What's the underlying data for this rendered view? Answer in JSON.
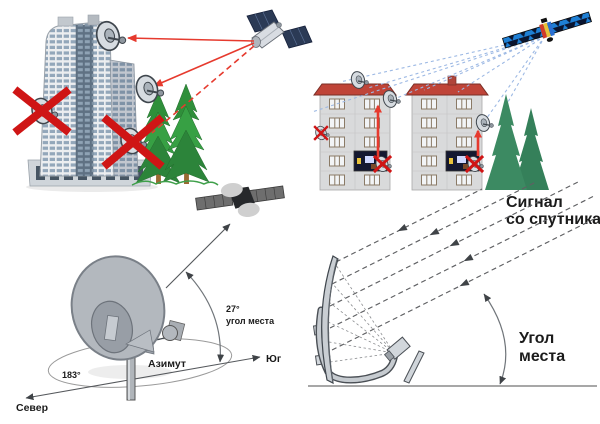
{
  "labels": {
    "signal_from_satellite": [
      "Сигнал",
      "со спутника"
    ],
    "elevation_angle": [
      "Угол",
      "места"
    ],
    "elevation_value": "27°",
    "elevation_caption": "угол места",
    "azimuth_value": "183°",
    "azimuth_caption": "Азимут",
    "north": "Север",
    "south": "Юг"
  },
  "colors": {
    "background": "#ffffff",
    "blocked_red": "#cf1515",
    "signal_red": "#e63a2e",
    "ray_blue": "#9db9e4",
    "ray_gray": "#5f6063",
    "reflect_gray": "#8a8c8f",
    "tree_green": "#3c8a62",
    "pine_green": "#2f8f3a",
    "trunk_brown": "#9a6a33",
    "roof_red": "#bf4438",
    "facade_gray": "#d9dadb",
    "glass_blue": "#93a7ba",
    "dish_gray": "#c9ced3",
    "metal_dark": "#474e56",
    "text_dark": "#1b1b1b"
  },
  "icons": {
    "satellite": "satellite-icon",
    "satellite_dish": "satellite-dish-icon",
    "blocked_x": "blocked-x-icon",
    "tree": "tree-icon",
    "building": "building-icon",
    "arrow": "arrow-icon"
  }
}
